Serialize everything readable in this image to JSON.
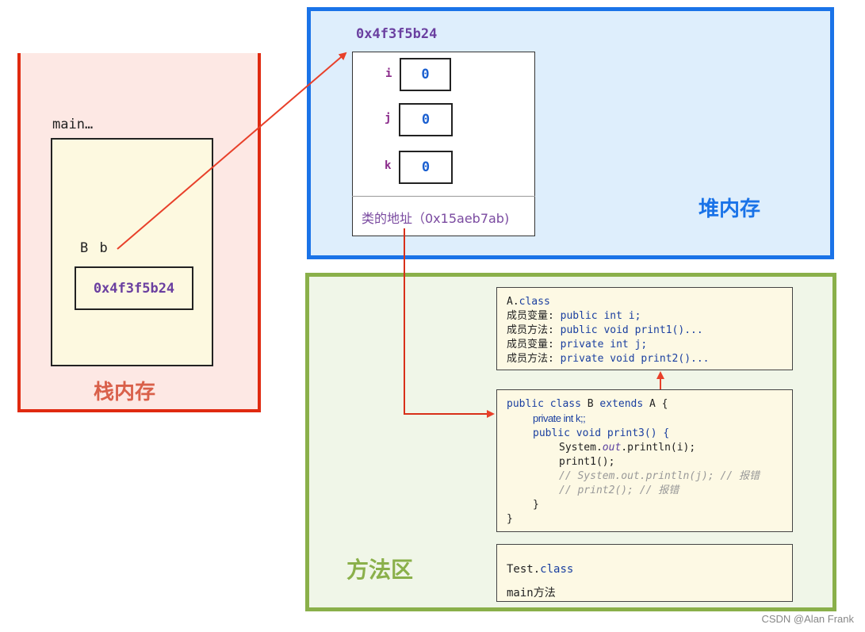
{
  "stack": {
    "title": "栈内存",
    "frame_label": "main…",
    "variable": "B  b",
    "reference_value": "0x4f3f5b24"
  },
  "heap": {
    "title": "堆内存",
    "object_address": "0x4f3f5b24",
    "fields": [
      {
        "name": "i",
        "value": "0"
      },
      {
        "name": "j",
        "value": "0"
      },
      {
        "name": "k",
        "value": "0"
      }
    ],
    "class_address": "类的地址（0x15aeb7ab)"
  },
  "method_area": {
    "title": "方法区",
    "class_a": {
      "header_name": "A.",
      "header_kw": "class",
      "lines": [
        {
          "label": "成员变量: ",
          "code": "public int i;"
        },
        {
          "label": "成员方法: ",
          "code": "public void print1()..."
        },
        {
          "label": "成员变量: ",
          "code": "private int j;"
        },
        {
          "label": "成员方法: ",
          "code": "private void print2()..."
        }
      ]
    },
    "class_b": {
      "l1_kw": "public class ",
      "l1_name": "B ",
      "l1_kw2": "extends ",
      "l1_rest": "A {",
      "l2": "private int k;;",
      "l3_kw": "public void ",
      "l3_rest": "print3() {",
      "l4_a": "System.",
      "l4_out": "out",
      "l4_b": ".println(i);",
      "l5": "print1();",
      "l6": "// System.out.println(j); // 报错",
      "l7": "// print2(); // 报错",
      "l8": "}",
      "l9": "}"
    },
    "test_class": {
      "name": "Test.",
      "kw": "class",
      "method": "main方法"
    }
  },
  "watermark": "CSDN @Alan Frank",
  "colors": {
    "stack": "#e02a10",
    "heap": "#1a73e8",
    "method_area": "#8ab04a",
    "arrow": "#e8402a"
  }
}
